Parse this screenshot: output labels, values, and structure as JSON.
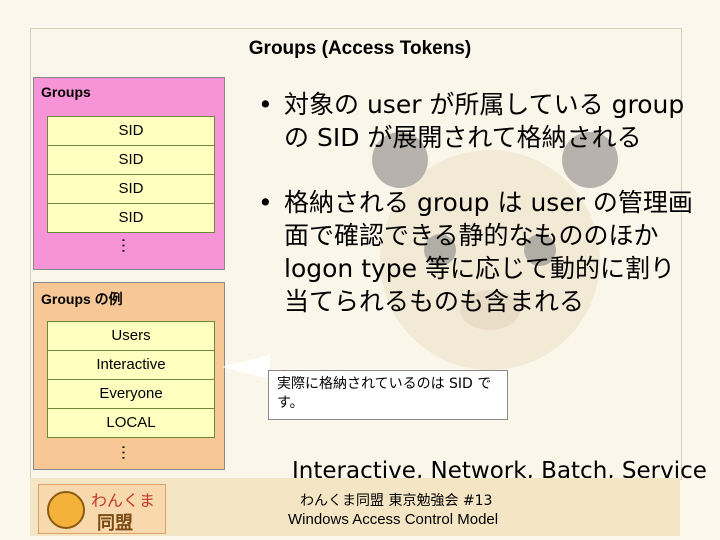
{
  "slide": {
    "title": "Groups (Access Tokens)",
    "groups_box": {
      "label": "Groups",
      "rows": [
        "SID",
        "SID",
        "SID",
        "SID"
      ],
      "ellipsis": "…"
    },
    "example_box": {
      "label": "Groups の例",
      "rows": [
        "Users",
        "Interactive",
        "Everyone",
        "LOCAL"
      ],
      "ellipsis": "…"
    },
    "bullets": [
      "対象の user が所属している group の SID が展開されて格納される",
      "格納される group は user の管理画面で確認できる静的なもののほか logon type 等に応じて動的に割り当てられるものも含まれる"
    ],
    "sub_bullet": "Interactive, Network, Batch, Service 等",
    "callout": "実際に格納されているのは SID です。",
    "footer": {
      "logo_line1": "わんくま",
      "logo_line2": "同盟",
      "event": "わんくま同盟 東京勉強会 #13",
      "subject": "Windows Access Control Model"
    },
    "colors": {
      "groups_box": "#f694d7",
      "example_box": "#f7c796",
      "row_fill": "#ffffc0",
      "footer": "#f4e6c4"
    }
  }
}
